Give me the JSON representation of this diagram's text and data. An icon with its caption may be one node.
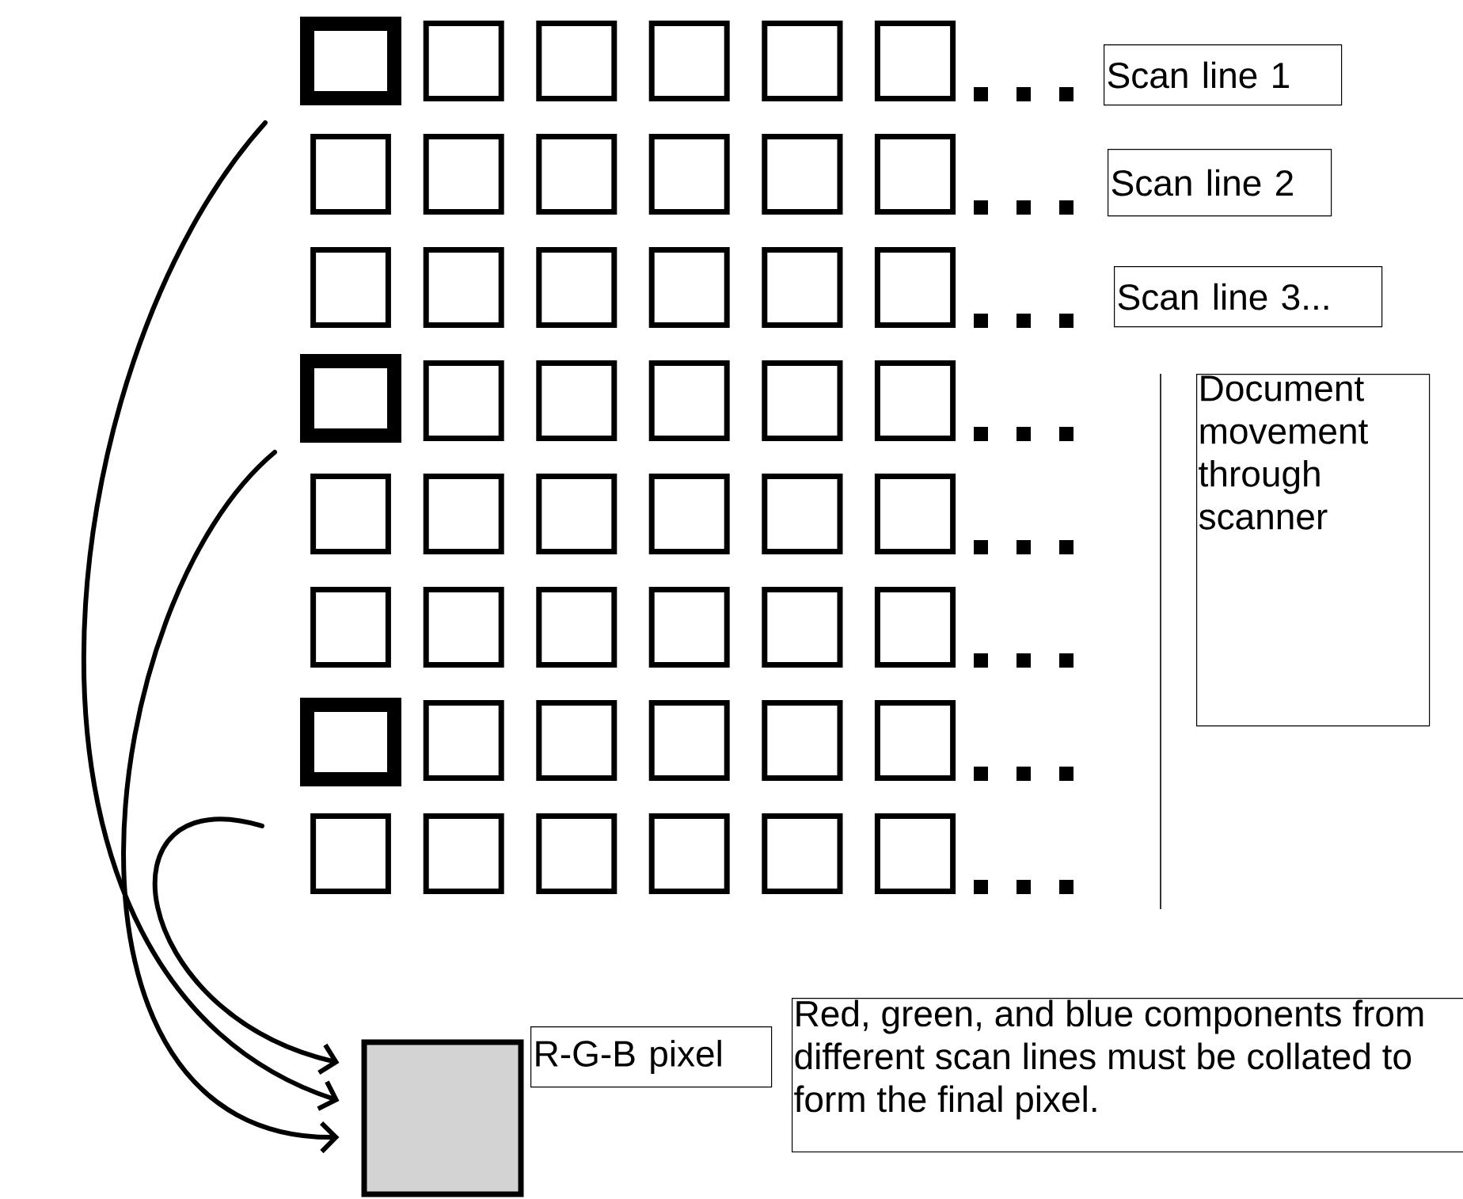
{
  "diagram": {
    "nodes": [
      {
        "text": [
          "Scan line 1"
        ]
      },
      {
        "text": [
          "Scan line 2"
        ]
      },
      {
        "text": [
          "Scan line 3..."
        ]
      },
      {
        "text": [],
        "shape": "box"
      },
      {
        "text": [],
        "shape": "box"
      },
      {
        "text": [
          "Document movement through scanner"
        ]
      },
      {
        "text": [],
        "shape": "box"
      },
      {
        "text": [],
        "shape": "box"
      },
      {
        "text": [
          "R-G-B pixel"
        ]
      },
      {
        "text": [
          "Red, green, and blue components from different scan lines must be collated to form the final pixel."
        ]
      }
    ],
    "edges": [
      {
        "from": 3,
        "to": 7,
        "arrow": "to"
      },
      {
        "from": 4,
        "to": 7,
        "arrow": "to"
      },
      {
        "from": 6,
        "to": 7,
        "arrow": "to"
      }
    ]
  }
}
